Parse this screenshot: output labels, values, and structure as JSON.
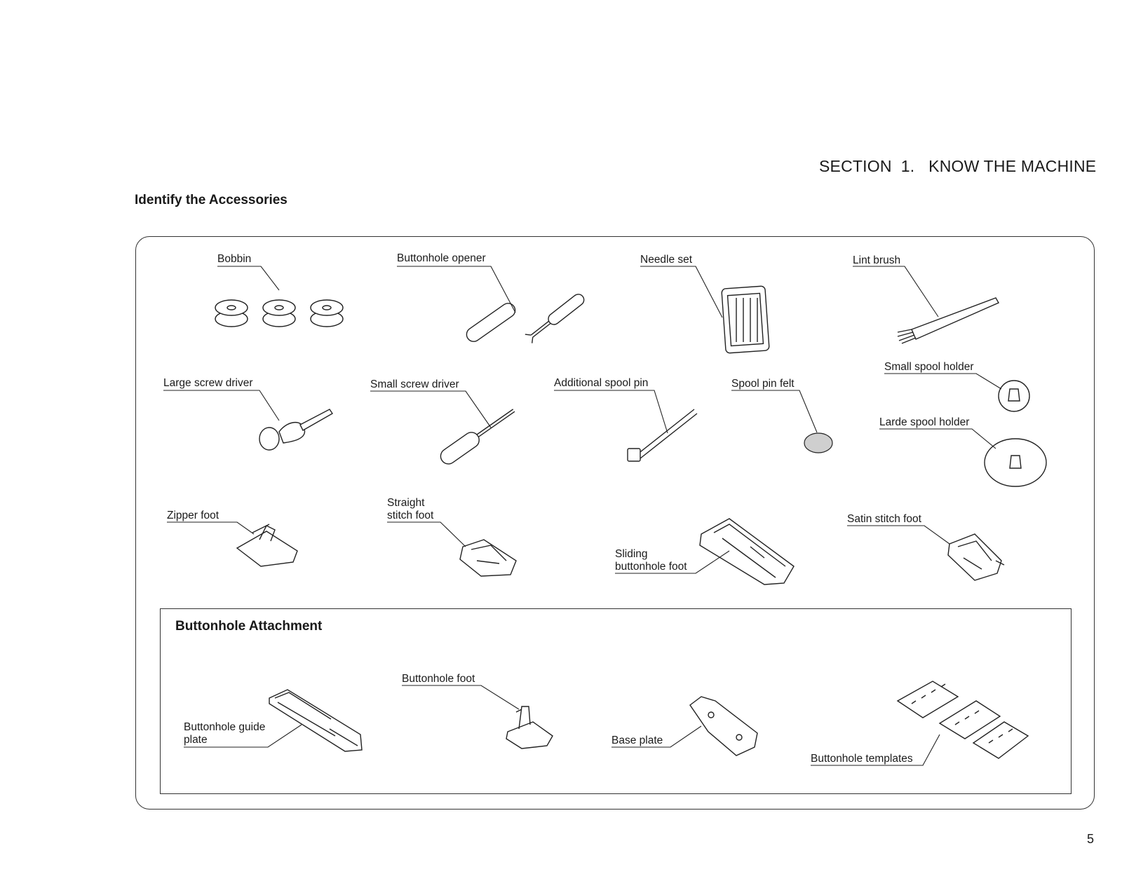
{
  "section_title": "SECTION  1.   KNOW THE MACHINE",
  "heading": "Identify the Accessories",
  "accessories": {
    "bobbin": "Bobbin",
    "buttonhole_opener": "Buttonhole opener",
    "needle_set": "Needle set",
    "lint_brush": "Lint brush",
    "large_screw_driver": "Large screw driver",
    "small_screw_driver": "Small screw driver",
    "additional_spool_pin": "Additional spool pin",
    "spool_pin_felt": "Spool pin felt",
    "small_spool_holder": "Small spool holder",
    "large_spool_holder": "Larde spool holder",
    "zipper_foot": "Zipper foot",
    "straight_stitch_foot_line1": "Straight",
    "straight_stitch_foot_line2": "stitch foot",
    "sliding_buttonhole_foot_line1": "Sliding",
    "sliding_buttonhole_foot_line2": "buttonhole foot",
    "satin_stitch_foot": "Satin stitch foot"
  },
  "attachment": {
    "title": "Buttonhole Attachment",
    "guide_plate_line1": "Buttonhole guide",
    "guide_plate_line2": "plate",
    "buttonhole_foot": "Buttonhole foot",
    "base_plate": "Base plate",
    "templates": "Buttonhole templates"
  },
  "page_number": "5"
}
